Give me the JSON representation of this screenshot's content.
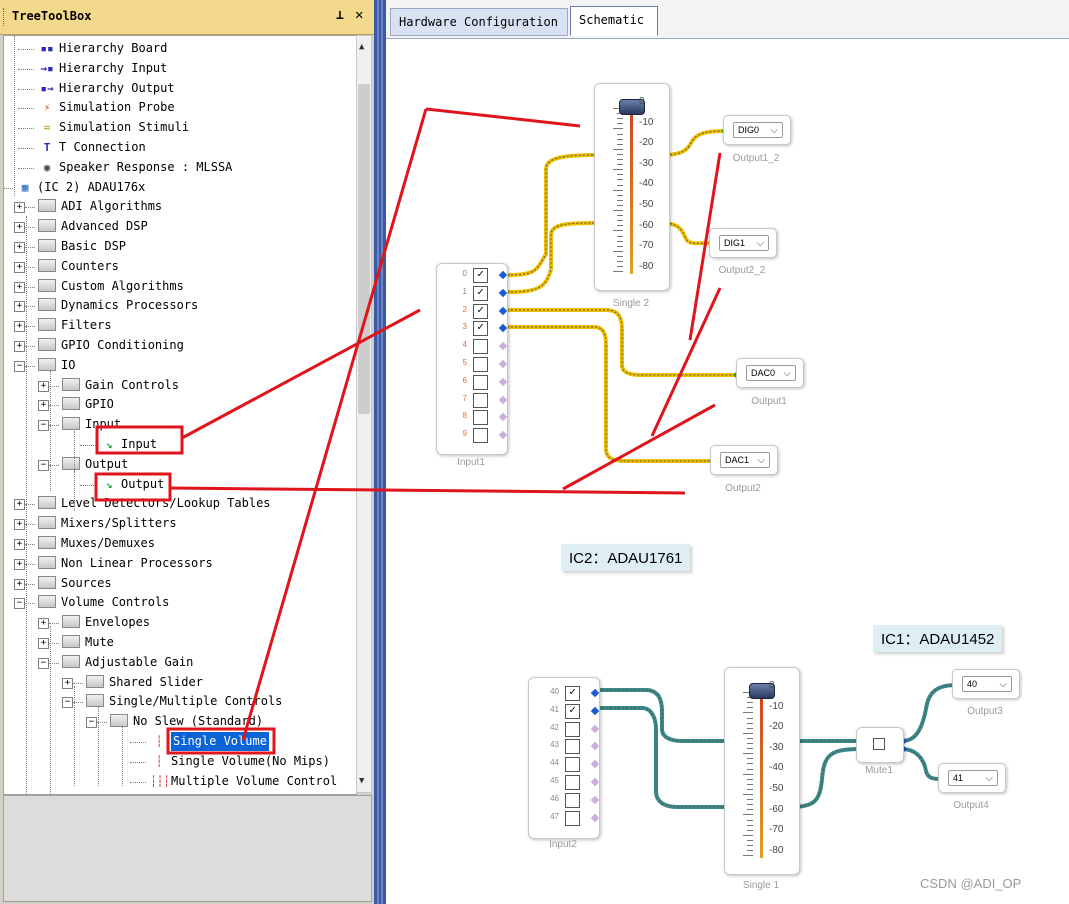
{
  "toolbox": {
    "title": "TreeToolBox",
    "pin_glyph": "ᵖ",
    "close_glyph": "✕",
    "tree_items": [
      {
        "label": "Hierarchy Board",
        "icon": "hierarchy-board-icon",
        "glyph": "▪▪"
      },
      {
        "label": "Hierarchy Input",
        "icon": "hierarchy-input-icon",
        "glyph": "→▪"
      },
      {
        "label": "Hierarchy Output",
        "icon": "hierarchy-output-icon",
        "glyph": "▪→"
      },
      {
        "label": "Simulation Probe",
        "icon": "probe-icon",
        "glyph": "⚡"
      },
      {
        "label": "Simulation Stimuli",
        "icon": "stimuli-icon",
        "glyph": "≈"
      },
      {
        "label": "T Connection",
        "icon": "t-connection-icon",
        "glyph": "T"
      },
      {
        "label": "Speaker Response : MLSSA",
        "icon": "speaker-icon",
        "glyph": "◉"
      },
      {
        "label": "(IC 2) ADAU176x",
        "icon": "chip-icon",
        "glyph": "▦"
      },
      {
        "label": "ADI Algorithms"
      },
      {
        "label": "Advanced DSP"
      },
      {
        "label": "Basic DSP"
      },
      {
        "label": "Counters"
      },
      {
        "label": "Custom Algorithms"
      },
      {
        "label": "Dynamics Processors"
      },
      {
        "label": "Filters"
      },
      {
        "label": "GPIO Conditioning"
      },
      {
        "label": "IO"
      },
      {
        "label": "Gain Controls"
      },
      {
        "label": "GPIO"
      },
      {
        "label": "Input"
      },
      {
        "label": "Input"
      },
      {
        "label": "Output"
      },
      {
        "label": "Output"
      },
      {
        "label": "Level Detectors/Lookup Tables"
      },
      {
        "label": "Mixers/Splitters"
      },
      {
        "label": "Muxes/Demuxes"
      },
      {
        "label": "Non Linear Processors"
      },
      {
        "label": "Sources"
      },
      {
        "label": "Volume Controls"
      },
      {
        "label": "Envelopes"
      },
      {
        "label": "Mute"
      },
      {
        "label": "Adjustable Gain"
      },
      {
        "label": "Shared Slider"
      },
      {
        "label": "Single/Multiple Controls"
      },
      {
        "label": "No Slew (Standard)"
      },
      {
        "label": "Single Volume"
      },
      {
        "label": "Single Volume(No Mips)"
      },
      {
        "label": "Multiple Volume Control"
      }
    ],
    "expanders": {
      "plus": "+",
      "minus": "−"
    },
    "scroll_up": "▲",
    "scroll_down": "▼"
  },
  "tabs": [
    {
      "label": "Hardware Configuration"
    },
    {
      "label": "Schematic"
    }
  ],
  "schematic": {
    "ic2_label": "IC2：ADAU1761",
    "ic1_label": "IC1：ADAU1452",
    "input1": {
      "caption": "Input1",
      "channels": [
        "0",
        "1",
        "2",
        "3",
        "4",
        "5",
        "6",
        "7",
        "8",
        "9"
      ],
      "checked": [
        true,
        true,
        true,
        true,
        false,
        false,
        false,
        false,
        false,
        false
      ]
    },
    "input2": {
      "caption": "Input2",
      "channels": [
        "40",
        "41",
        "42",
        "43",
        "44",
        "45",
        "46",
        "47"
      ],
      "checked": [
        true,
        true,
        false,
        false,
        false,
        false,
        false,
        false
      ]
    },
    "single2": {
      "caption": "Single 2",
      "ticks": [
        "0",
        "-10",
        "-20",
        "-30",
        "-40",
        "-50",
        "-60",
        "-70",
        "-80"
      ]
    },
    "single1": {
      "caption": "Single 1",
      "ticks": [
        "0",
        "-10",
        "-20",
        "-30",
        "-40",
        "-50",
        "-60",
        "-70",
        "-80"
      ]
    },
    "mute1": {
      "caption": "Mute1"
    },
    "outputs": [
      {
        "caption": "Output1_2",
        "value": "DIG0"
      },
      {
        "caption": "Output2_2",
        "value": "DIG1"
      },
      {
        "caption": "Output1",
        "value": "DAC0"
      },
      {
        "caption": "Output2",
        "value": "DAC1"
      },
      {
        "caption": "Output3",
        "value": "40"
      },
      {
        "caption": "Output4",
        "value": "41"
      }
    ],
    "chevron": "⌵",
    "check_glyph": "✓"
  },
  "colors": {
    "annotation_red": "#e0141c",
    "wire_yellow": "#f0c000",
    "wire_teal": "#3a8a8a",
    "pin_blue": "#1a5ad8",
    "pin_green": "#18a838",
    "selection_blue": "#0a64d8",
    "header_gold": "#f3d98b"
  },
  "watermark": "CSDN @ADI_OP"
}
